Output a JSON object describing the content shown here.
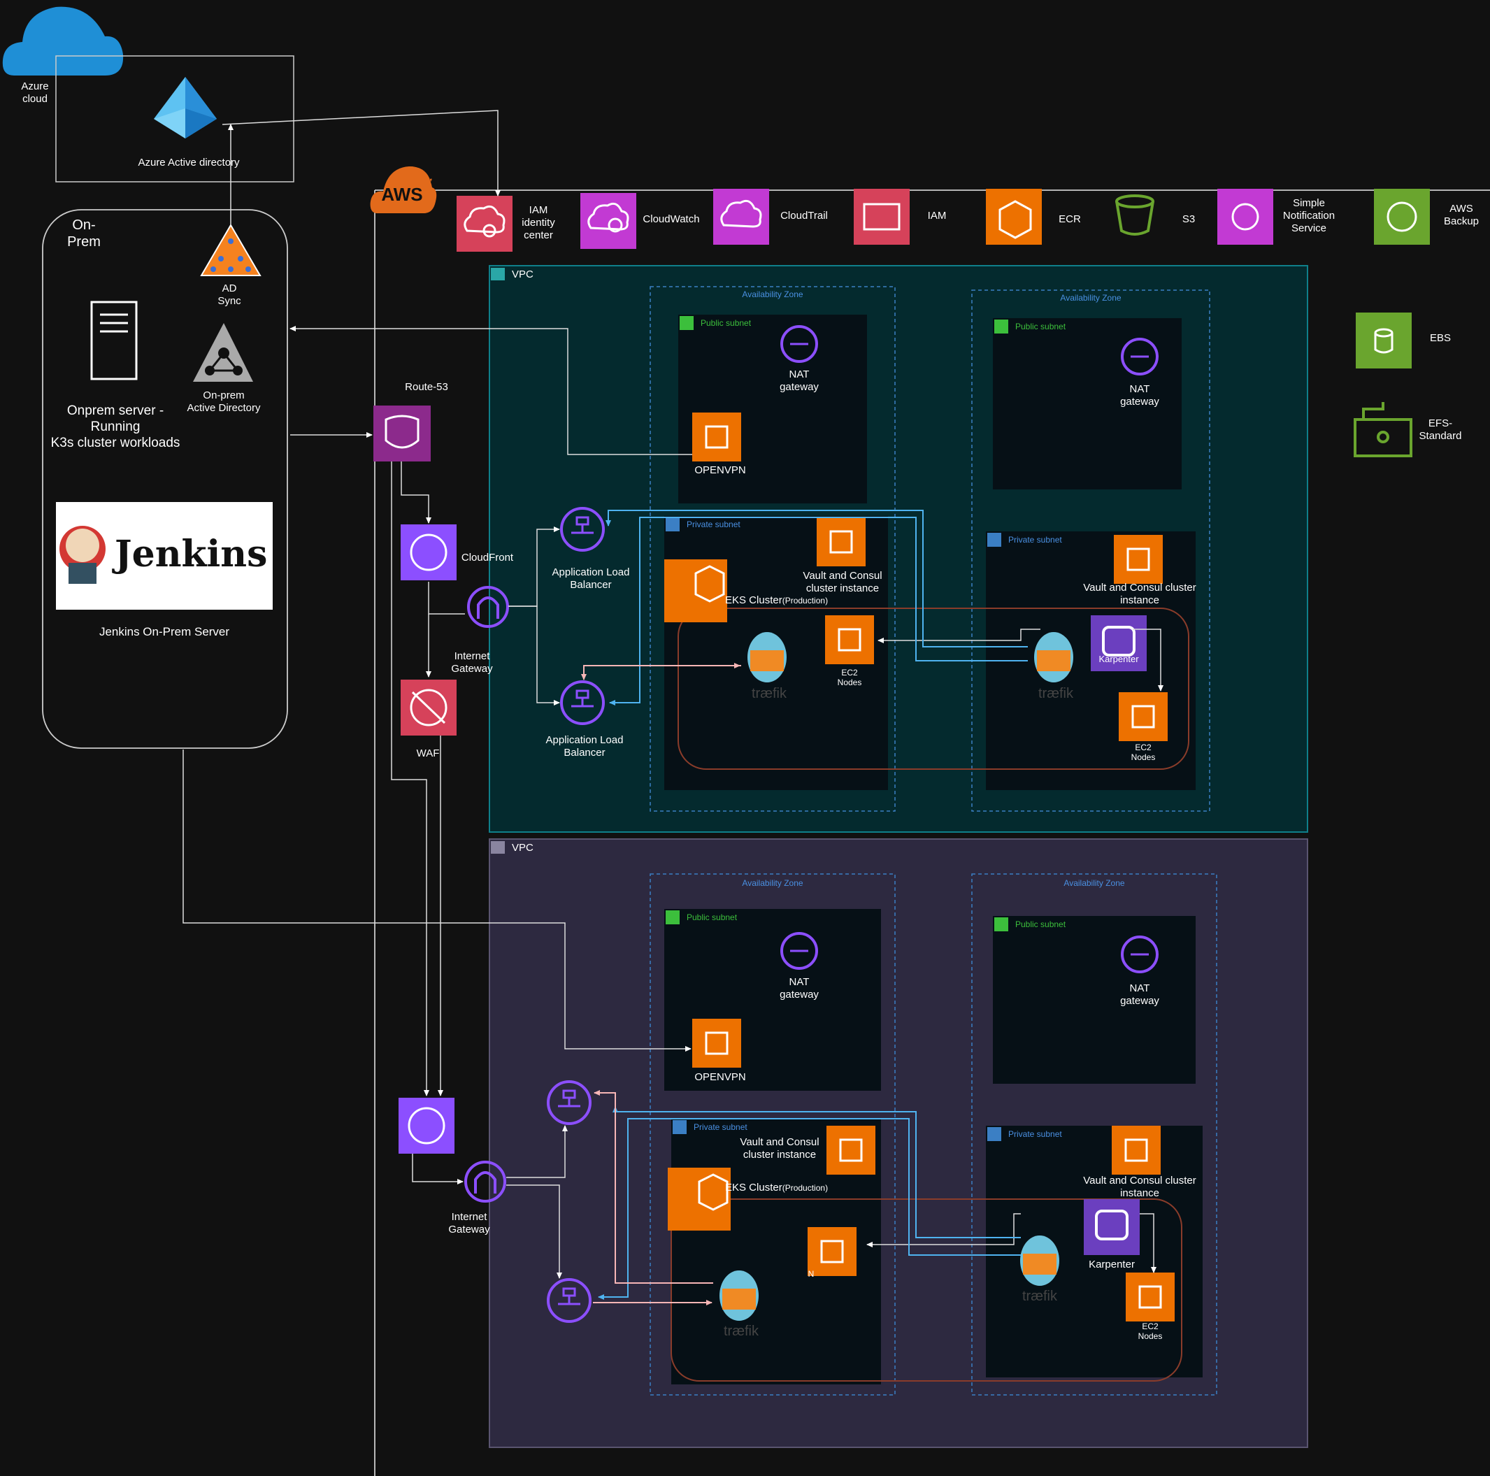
{
  "onprem": {
    "azure_cloud": "Azure\ncloud",
    "azure_ad": "Azure Active directory",
    "title": "On-\nPrem",
    "ad_sync": "AD\nSync",
    "onprem_ad": "On-prem\nActive Directory",
    "server": "Onprem server - Running\nK3s cluster workloads",
    "jenkins_logo": "Jenkins",
    "jenkins_server": "Jenkins On-Prem Server"
  },
  "aws": {
    "logo": "AWS",
    "services": {
      "iam_identity_center": "IAM\nidentity\ncenter",
      "cloudwatch": "CloudWatch",
      "cloudtrail": "CloudTrail",
      "iam": "IAM",
      "ecr": "ECR",
      "s3": "S3",
      "sns": "Simple\nNotification\nService",
      "backup": "AWS\nBackup",
      "ebs": "EBS",
      "efs": "EFS-\nStandard"
    },
    "route53": "Route-53",
    "cloudfront": "CloudFront",
    "internet_gateway": "Internet\nGateway",
    "waf": "WAF",
    "alb": "Application Load\nBalancer"
  },
  "vpc_prod": {
    "label": "VPC",
    "az1": "Availability Zone",
    "az2": "Availability Zone",
    "public_subnet": "Public subnet",
    "private_subnet": "Private subnet",
    "nat": "NAT\ngateway",
    "openvpn": "OPENVPN",
    "vault1": "Vault and Consul\ncluster instance",
    "vault2": "Vault and Consul cluster\ninstance",
    "eks": "EKS Cluster",
    "eks_suffix": "(Production)",
    "ec2_nodes": "EC2\nNodes",
    "karpenter": "Karpenter",
    "traefik": "træfik"
  },
  "vpc_dr": {
    "label": "VPC",
    "az1": "Availability Zone",
    "az2": "Availability Zone",
    "public_subnet": "Public subnet",
    "private_subnet": "Private subnet",
    "nat": "NAT\ngateway",
    "openvpn": "OPENVPN",
    "vault1": "Vault and Consul\ncluster instance",
    "vault2": "Vault and Consul cluster\ninstance",
    "eks": "EKS Cluster",
    "eks_suffix": "(Production)",
    "nodes_partial": "N",
    "ec2_nodes": "EC2\nNodes",
    "karpenter": "Karpenter",
    "traefik": "træfik"
  },
  "colors": {
    "background": "#111111",
    "vpc_prod_fill": "#042a2e",
    "vpc_dr_fill": "#2d2940",
    "orange": "#ed7100",
    "purple": "#8c4fff",
    "pink": "#c7254e",
    "green": "#6aa52e",
    "az_border": "#3b7fc4",
    "edge_blue": "#4fb3f0",
    "edge_pink": "#f7b6b6"
  }
}
